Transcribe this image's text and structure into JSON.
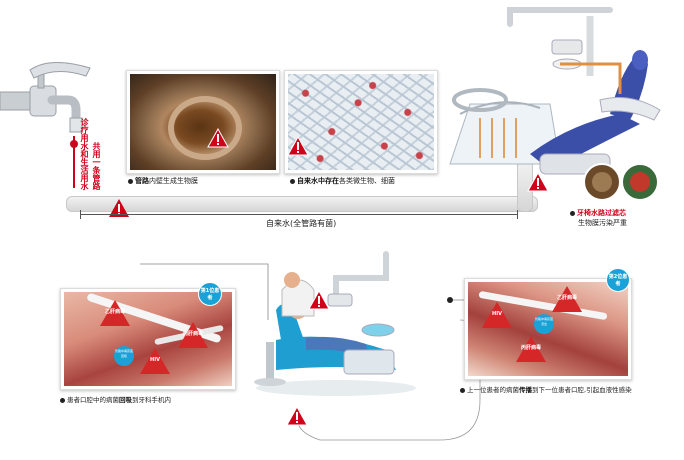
{
  "captions": {
    "pipe_biofilm_bold": "管路",
    "pipe_biofilm_rest": "内壁生成生物膜",
    "tapwater_bold": "自来水中存在",
    "tapwater_rest": "各类微生物、细菌",
    "filter_line1": "牙椅水路过滤芯",
    "filter_line2": "生物膜污染严重",
    "backflow_pre": "患者口腔中的病菌",
    "backflow_bold": "回吸",
    "backflow_post": "到牙科手机内",
    "transmit_pre": "上一位患者的病菌",
    "transmit_bold": "传播",
    "transmit_post": "到下一位患者口腔,引起血液性感染"
  },
  "pipe_label": "自来水(全管路有菌)",
  "vertical_labels": {
    "left": "诊疗用水和生活用水",
    "right": "共用一条管路"
  },
  "left_panel": {
    "badge": "第1位患者",
    "virus": [
      "乙肝病毒",
      "HIV",
      "丙肝病毒"
    ],
    "tag": "管路中病原菌回吸"
  },
  "right_panel": {
    "badge": "第2位患者",
    "virus": [
      "乙肝病毒",
      "HIV",
      "丙肝病毒"
    ],
    "tag": "管路中病原菌流出"
  },
  "colors": {
    "warning_red": "#d0021b",
    "accent_blue": "#1aa1d6"
  }
}
